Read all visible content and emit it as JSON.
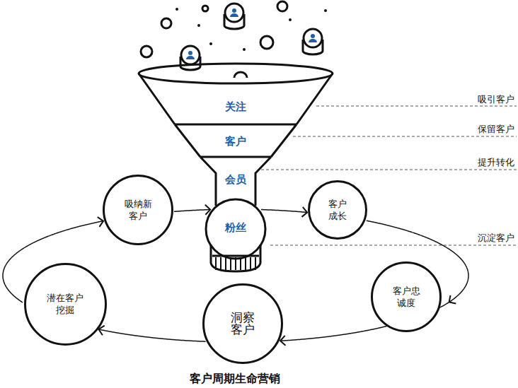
{
  "diagram": {
    "title": "客户周期生命营销",
    "nodes": [
      {
        "text": [
          "关注"
        ]
      },
      {
        "text": [
          "客户"
        ]
      },
      {
        "text": [
          "会员"
        ]
      },
      {
        "text": [
          "粉丝"
        ]
      },
      {
        "text": [
          "吸纳新客户"
        ]
      },
      {
        "text": [
          "客户成长"
        ]
      },
      {
        "text": [
          "客户忠诚度"
        ]
      },
      {
        "text": [
          "洞察客户"
        ]
      },
      {
        "text": [
          "潜在客户挖掘"
        ]
      }
    ],
    "edges": [
      {
        "from": 4,
        "to": 3,
        "arrow": "to"
      },
      {
        "from": 3,
        "to": 5,
        "arrow": "to"
      },
      {
        "from": 5,
        "to": 6,
        "arrow": "to"
      },
      {
        "from": 6,
        "to": 7,
        "arrow": "to"
      },
      {
        "from": 7,
        "to": 8,
        "arrow": "to"
      },
      {
        "from": 8,
        "to": 4,
        "arrow": "to"
      }
    ],
    "labels": [
      "吸引客户",
      "保留客户",
      "提升转化",
      "沉淀客户"
    ]
  }
}
